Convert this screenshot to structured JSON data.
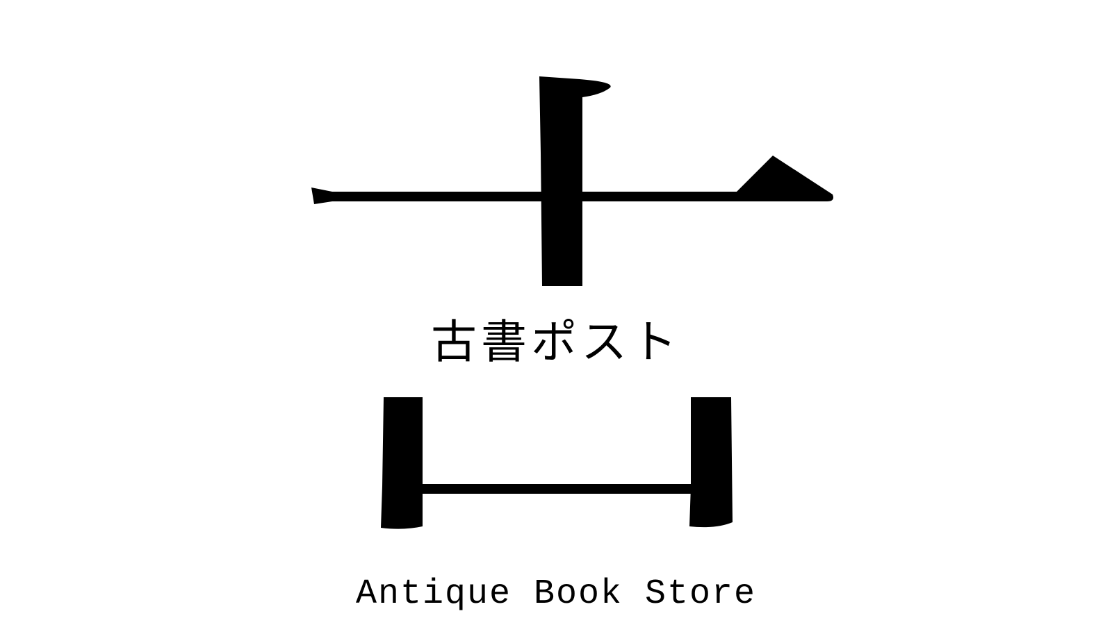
{
  "logo": {
    "glyph": "古",
    "japanese_name": "古書ポスト",
    "tagline": "Antique Book Store",
    "ink_color": "#000000",
    "background_color": "#ffffff"
  }
}
